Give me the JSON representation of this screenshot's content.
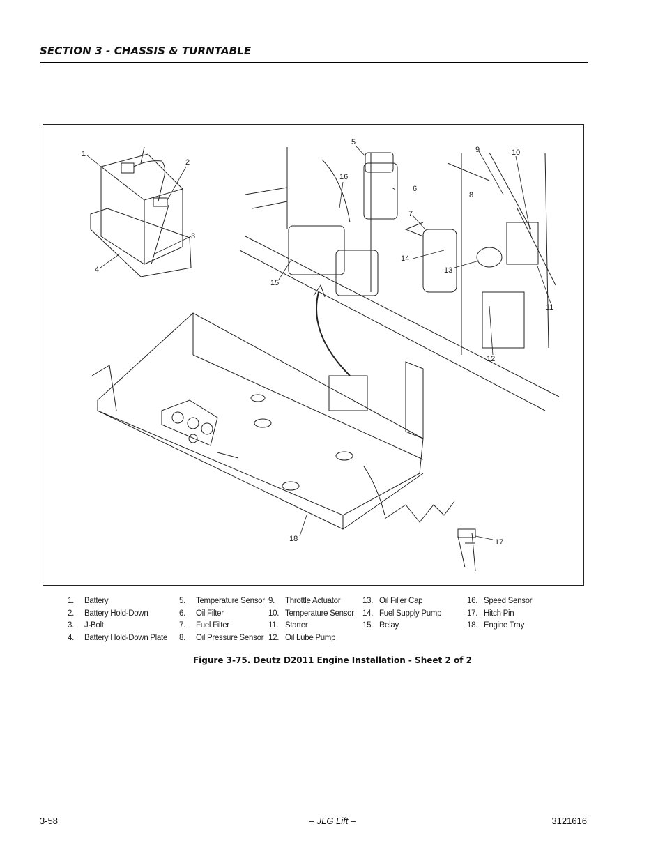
{
  "header": {
    "section_title": "SECTION 3 - CHASSIS & TURNTABLE"
  },
  "figure": {
    "callouts": [
      "1",
      "2",
      "3",
      "4",
      "5",
      "6",
      "7",
      "8",
      "9",
      "10",
      "11",
      "12",
      "13",
      "14",
      "15",
      "16",
      "17",
      "18"
    ],
    "caption": "Figure 3-75.  Deutz D2011 Engine Installation - Sheet 2 of 2"
  },
  "legend": {
    "col1": [
      {
        "num": "1.",
        "label": "Battery"
      },
      {
        "num": "2.",
        "label": "Battery Hold-Down"
      },
      {
        "num": "3.",
        "label": "J-Bolt"
      },
      {
        "num": "4.",
        "label": "Battery Hold-Down Plate"
      }
    ],
    "col2": [
      {
        "num": "5.",
        "label": "Temperature Sensor"
      },
      {
        "num": "6.",
        "label": "Oil Filter"
      },
      {
        "num": "7.",
        "label": "Fuel Filter"
      },
      {
        "num": "8.",
        "label": "Oil Pressure Sensor"
      }
    ],
    "col3": [
      {
        "num": "9.",
        "label": "Throttle Actuator"
      },
      {
        "num": "10.",
        "label": "Temperature Sensor"
      },
      {
        "num": "11.",
        "label": "Starter"
      },
      {
        "num": "12.",
        "label": "Oil Lube Pump"
      }
    ],
    "col4": [
      {
        "num": "13.",
        "label": "Oil Filler Cap"
      },
      {
        "num": "14.",
        "label": "Fuel Supply Pump"
      },
      {
        "num": "15.",
        "label": "Relay"
      }
    ],
    "col5": [
      {
        "num": "16.",
        "label": "Speed Sensor"
      },
      {
        "num": "17.",
        "label": "Hitch Pin"
      },
      {
        "num": "18.",
        "label": "Engine Tray"
      }
    ]
  },
  "footer": {
    "page_number": "3-58",
    "center": "– JLG Lift –",
    "doc_number": "3121616"
  }
}
